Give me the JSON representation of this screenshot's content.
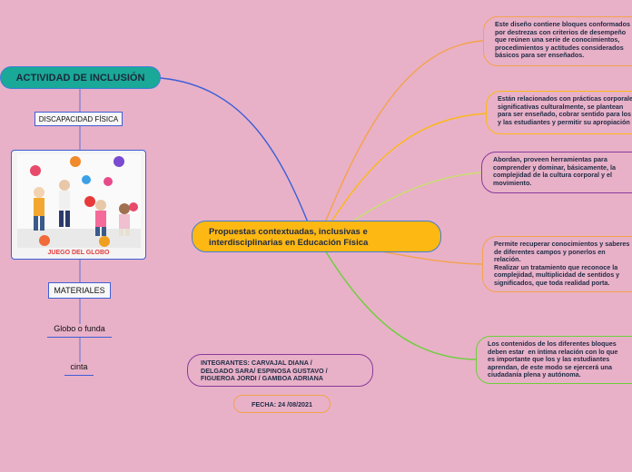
{
  "central": {
    "title": "Propuestas contextuadas, inclusivas e interdisciplinarias en Educación Física"
  },
  "activity": {
    "title": "ACTIVIDAD DE INCLUSIÓN"
  },
  "branch": {
    "disability": "DISCAPACIDAD FÍSICA",
    "photo_caption": "JUEGO DEL GLOBO",
    "materials": "MATERIALES",
    "material_items": [
      "Globo o funda",
      "cinta"
    ]
  },
  "bubbles": [
    "Este diseño contiene bloques conformados\npor destrezas con criterios de desempeño\nque reúnen una serie de conocimientos,\nprocedimientos y actitudes considerados\nbásicos para ser enseñados.",
    "Están relacionados con prácticas corporales\nsignificativas culturalmente, se plantean\npara ser enseñado, cobrar sentido para los\ny las estudiantes y permitir su apropiación",
    "Abordan, proveen herramientas para\ncomprender y dominar, básicamente, la\ncomplejidad de la cultura corporal y el\nmovimiento.",
    "Permite recuperar conocimientos y saberes\nde diferentes campos y ponerlos en\nrelación.\nRealizar un tratamiento que reconoce la\ncomplejidad, multiplicidad de sentidos y\nsignificados, que toda realidad porta.",
    "Los contenidos de los diferentes bloques\ndeben estar  en íntima relación con lo que\nes importante que los y las estudiantes\naprendan, de este modo se ejercerá una\nciudadanía plena y autónoma."
  ],
  "integrantes": "INTEGRANTES: CARVAJAL DIANA /\nDELGADO SARA/ ESPINOSA GUSTAVO /\nFIGUEROA JORDI / GAMBOA ADRIANA",
  "fecha": "FECHA: 24 /08/2021",
  "colors": {
    "background": "#e8b1c8",
    "central": "#fdb813",
    "activity": "#1aa898",
    "link": "#3e5fd6"
  }
}
